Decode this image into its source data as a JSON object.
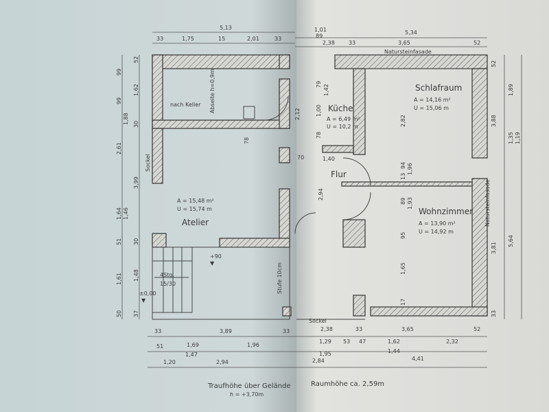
{
  "title": "Grundriss Erdgeschoss",
  "rooms": {
    "atelier": {
      "name": "Atelier",
      "area": "A = 15,48 m²",
      "perimeter": "U = 15,74 m"
    },
    "kueche": {
      "name": "Küche",
      "area": "A = 6,49 m²",
      "perimeter": "U = 10,2 m"
    },
    "flur": {
      "name": "Flur"
    },
    "schlafraum": {
      "name": "Schlafraum",
      "area": "A = 14,16 m²",
      "perimeter": "U = 15,06 m"
    },
    "wohnzimmer": {
      "name": "Wohnzimmer",
      "area": "A = 13,90 m²",
      "perimeter": "U = 14,92 m"
    }
  },
  "labels": {
    "nach_keller": "nach Keller",
    "abseite": "Abseite h=0,9m",
    "sockel_left": "Sockel",
    "sockel_bottom": "Sockel",
    "natursteinfassade_top": "Natursteinfasade",
    "natursteinfassade_right": "Natursteinfasade",
    "stairs": "4Stg.",
    "stairs_ratio": "15/30",
    "level_90": "+90",
    "level_0": "±0,00",
    "stufe": "Stufe 10cm"
  },
  "notes": {
    "traufhoehe": "Traufhöhe über Gelände",
    "traufhoehe_value": "h = +3,70m",
    "raumhoehe": "Raumhöhe ca. 2,59m"
  },
  "dims_top": [
    "5,13",
    "33",
    "1,75",
    "15",
    "2,01",
    "33",
    "1,01",
    "89",
    "2,38",
    "5,34",
    "33",
    "3,65",
    "52"
  ],
  "dims_bottom": [
    "33",
    "3,89",
    "33",
    "2,38",
    "33",
    "3,65",
    "52",
    "51",
    "1,69",
    "1,47",
    "1,96",
    "1,29",
    "1,95",
    "53",
    "47",
    "1,62",
    "1,44",
    "2,32",
    "1,20",
    "2,94",
    "2,84",
    "4,41"
  ],
  "dims_left": [
    "99",
    "52",
    "99",
    "1,88",
    "1,62",
    "30",
    "2,61",
    "3,99",
    "1,64",
    "1,46",
    "51",
    "30",
    "1,61",
    "1,48",
    "50",
    "37"
  ],
  "dims_right": [
    "52",
    "1,89",
    "3,88",
    "1,35",
    "1,19",
    "3,81",
    "5,64",
    "33"
  ],
  "dims_inner": [
    "78",
    "2,12",
    "79",
    "1,42",
    "1,00",
    "78",
    "70",
    "1,40",
    "2,94",
    "2,82",
    "13",
    "94",
    "1,96",
    "89",
    "1,93",
    "95",
    "1,65",
    "17"
  ],
  "colors": {
    "paper_left": "#c8d5d6",
    "paper_right": "#dcdcd9",
    "ink": "#3a3a3a"
  }
}
